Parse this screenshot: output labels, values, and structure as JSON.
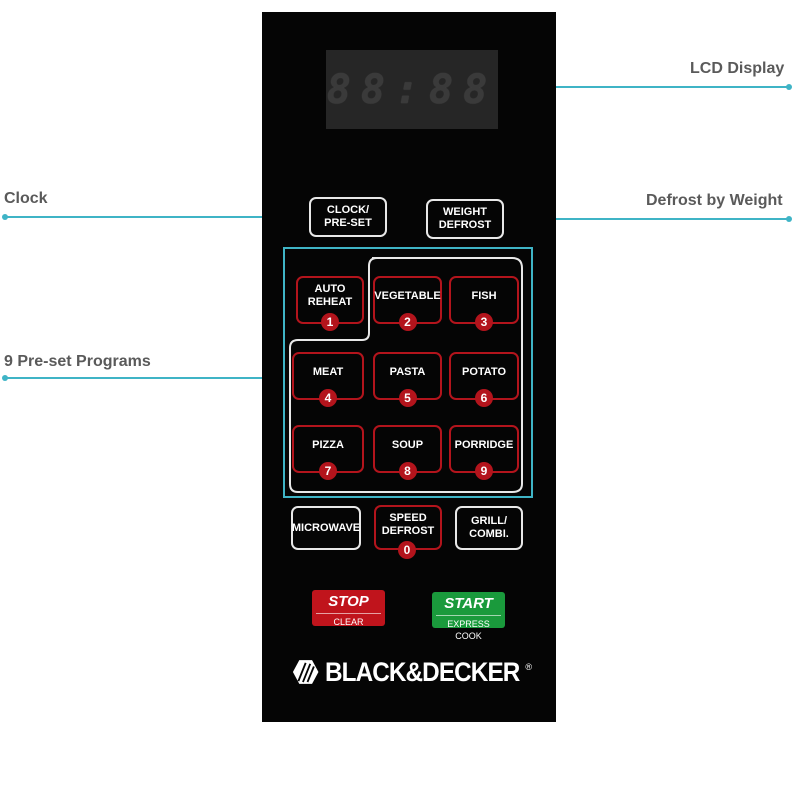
{
  "callouts": {
    "lcd": "LCD Display",
    "clock": "Clock",
    "defrost_weight": "Defrost by Weight",
    "programs": "9 Pre-set Programs"
  },
  "display": {
    "digits": "88:88"
  },
  "keys": {
    "clock": "CLOCK/\nPRE-SET",
    "weight_defrost": "WEIGHT\nDEFROST",
    "microwave": "MICROWAVE",
    "speed_defrost": "SPEED\nDEFROST",
    "speed_defrost_num": "0",
    "grill": "GRILL/\nCOMBI."
  },
  "programs": [
    {
      "label": "AUTO\nREHEAT",
      "num": "1"
    },
    {
      "label": "VEGETABLE",
      "num": "2"
    },
    {
      "label": "FISH",
      "num": "3"
    },
    {
      "label": "MEAT",
      "num": "4"
    },
    {
      "label": "PASTA",
      "num": "5"
    },
    {
      "label": "POTATO",
      "num": "6"
    },
    {
      "label": "PIZZA",
      "num": "7"
    },
    {
      "label": "SOUP",
      "num": "8"
    },
    {
      "label": "PORRIDGE",
      "num": "9"
    }
  ],
  "actions": {
    "stop": "STOP",
    "stop_sub": "CLEAR",
    "start": "START",
    "start_sub": "EXPRESS COOK"
  },
  "brand": {
    "name": "BLACK&DECKER",
    "mark": "®"
  },
  "colors": {
    "accent": "#3fb4c6",
    "red": "#b3141c",
    "stop_bg": "#c0141c",
    "start_bg": "#1a9a3c",
    "panel": "#050505"
  }
}
